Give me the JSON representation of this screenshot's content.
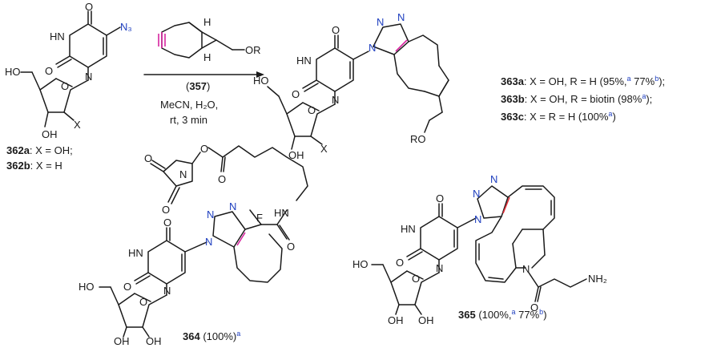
{
  "reagent": {
    "compound": "357",
    "solvent": "MeCN, H₂O,",
    "conditions": "rt, 3 min",
    "sidechain": "OR",
    "stereo_h": "H"
  },
  "atoms": {
    "O": "O",
    "HN": "HN",
    "N": "N",
    "N3": "N₃",
    "HO": "HO",
    "OH": "OH",
    "X": "X",
    "RO": "RO",
    "F": "F",
    "NH2": "NH₂",
    "HNamide": "HN"
  },
  "products_363": [
    {
      "id": "363a",
      "text": ": X = OH, R = H (95%,",
      "sup1": "a",
      "mid": " 77%",
      "sup2": "b",
      "end": ");"
    },
    {
      "id": "363b",
      "text": ": X = OH, R = biotin (98%",
      "sup1": "a",
      "mid": "",
      "sup2": "",
      "end": ");"
    },
    {
      "id": "363c",
      "text": ": X =  R = H (100%",
      "sup1": "a",
      "mid": "",
      "sup2": "",
      "end": ")"
    }
  ],
  "sm_labels": [
    {
      "id": "362a",
      "text": ": X = OH;"
    },
    {
      "id": "362b",
      "text": ": X = H"
    }
  ],
  "label_364": {
    "id": "364",
    "text": " (100%)",
    "sup": "a"
  },
  "label_365": {
    "id": "365",
    "text": " (100%,",
    "sup1": "a",
    "mid": " 77%",
    "sup2": "b",
    "end": ")"
  }
}
